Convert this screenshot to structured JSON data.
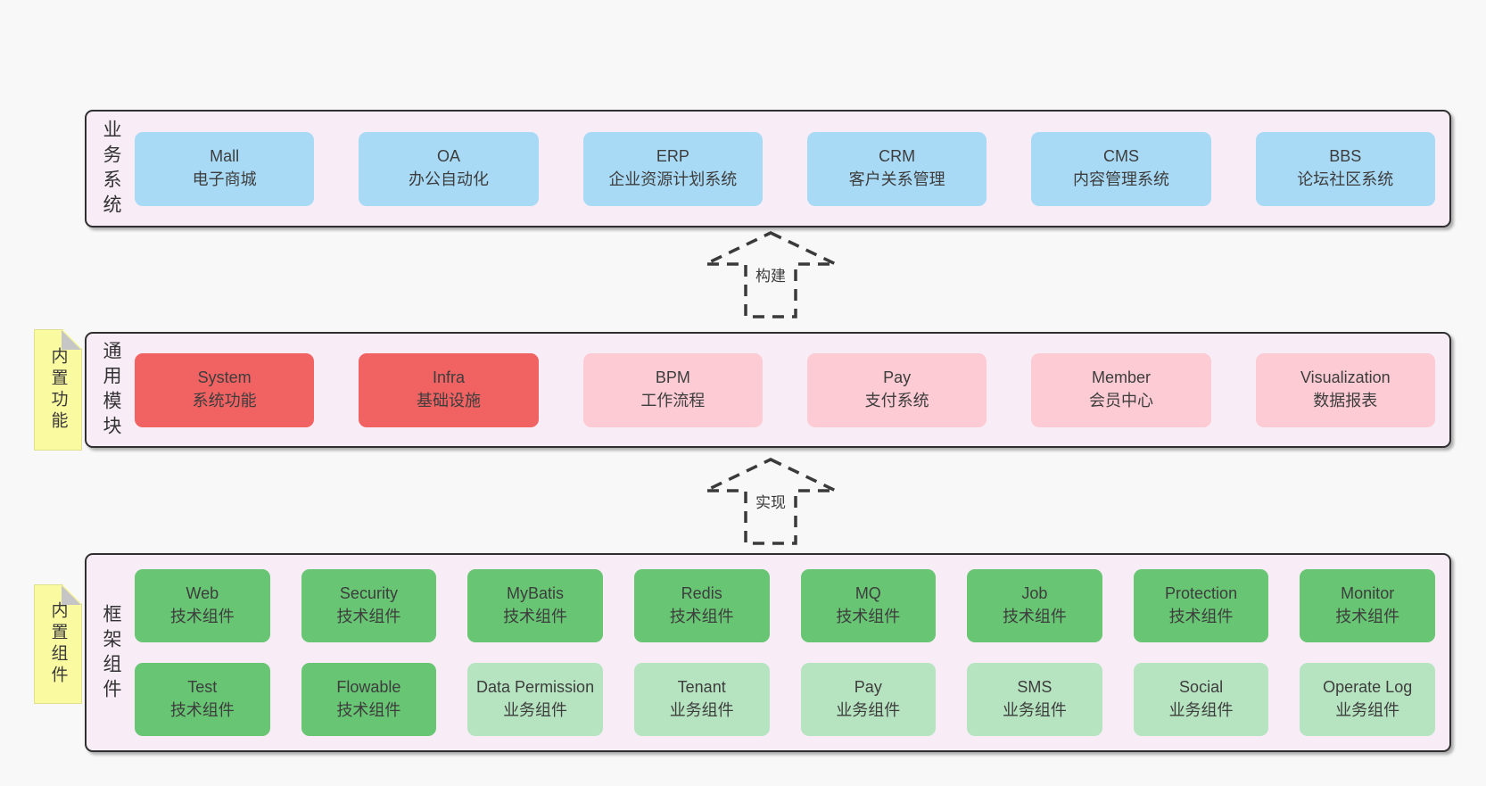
{
  "arrows": [
    {
      "label": "构建"
    },
    {
      "label": "实现"
    }
  ],
  "stickies": [
    {
      "label": "内置功能"
    },
    {
      "label": "内置组件"
    }
  ],
  "bands": [
    {
      "id": "business-systems",
      "label": "业务系统",
      "boxes": [
        {
          "title": "Mall",
          "subtitle": "电子商城",
          "variant": "blue"
        },
        {
          "title": "OA",
          "subtitle": "办公自动化",
          "variant": "blue"
        },
        {
          "title": "ERP",
          "subtitle": "企业资源计划系统",
          "variant": "blue"
        },
        {
          "title": "CRM",
          "subtitle": "客户关系管理",
          "variant": "blue"
        },
        {
          "title": "CMS",
          "subtitle": "内容管理系统",
          "variant": "blue"
        },
        {
          "title": "BBS",
          "subtitle": "论坛社区系统",
          "variant": "blue"
        }
      ]
    },
    {
      "id": "common-modules",
      "label": "通用模块",
      "sticky": "内置功能",
      "boxes": [
        {
          "title": "System",
          "subtitle": "系统功能",
          "variant": "red"
        },
        {
          "title": "Infra",
          "subtitle": "基础设施",
          "variant": "red"
        },
        {
          "title": "BPM",
          "subtitle": "工作流程",
          "variant": "pink"
        },
        {
          "title": "Pay",
          "subtitle": "支付系统",
          "variant": "pink"
        },
        {
          "title": "Member",
          "subtitle": "会员中心",
          "variant": "pink"
        },
        {
          "title": "Visualization",
          "subtitle": "数据报表",
          "variant": "pink"
        }
      ]
    },
    {
      "id": "framework-components",
      "label": "框架组件",
      "sticky": "内置组件",
      "rows": [
        [
          {
            "title": "Web",
            "subtitle": "技术组件",
            "variant": "green"
          },
          {
            "title": "Security",
            "subtitle": "技术组件",
            "variant": "green"
          },
          {
            "title": "MyBatis",
            "subtitle": "技术组件",
            "variant": "green"
          },
          {
            "title": "Redis",
            "subtitle": "技术组件",
            "variant": "green"
          },
          {
            "title": "MQ",
            "subtitle": "技术组件",
            "variant": "green"
          },
          {
            "title": "Job",
            "subtitle": "技术组件",
            "variant": "green"
          },
          {
            "title": "Protection",
            "subtitle": "技术组件",
            "variant": "green"
          },
          {
            "title": "Monitor",
            "subtitle": "技术组件",
            "variant": "green"
          }
        ],
        [
          {
            "title": "Test",
            "subtitle": "技术组件",
            "variant": "green"
          },
          {
            "title": "Flowable",
            "subtitle": "技术组件",
            "variant": "green"
          },
          {
            "title": "Data Permission",
            "subtitle": "业务组件",
            "variant": "lightgreen"
          },
          {
            "title": "Tenant",
            "subtitle": "业务组件",
            "variant": "lightgreen"
          },
          {
            "title": "Pay",
            "subtitle": "业务组件",
            "variant": "lightgreen"
          },
          {
            "title": "SMS",
            "subtitle": "业务组件",
            "variant": "lightgreen"
          },
          {
            "title": "Social",
            "subtitle": "业务组件",
            "variant": "lightgreen"
          },
          {
            "title": "Operate Log",
            "subtitle": "业务组件",
            "variant": "lightgreen"
          }
        ]
      ]
    }
  ],
  "colors": {
    "page_background": "#f8f8f8",
    "band_background": "#f8edf6",
    "band_border": "#2f2f2f",
    "blue": "#a9daf5",
    "red": "#f16262",
    "pink": "#fccbd4",
    "green": "#67c573",
    "light_green": "#b7e4c0",
    "sticky_yellow": "#fafaa1",
    "text": "#3d3d3d"
  }
}
